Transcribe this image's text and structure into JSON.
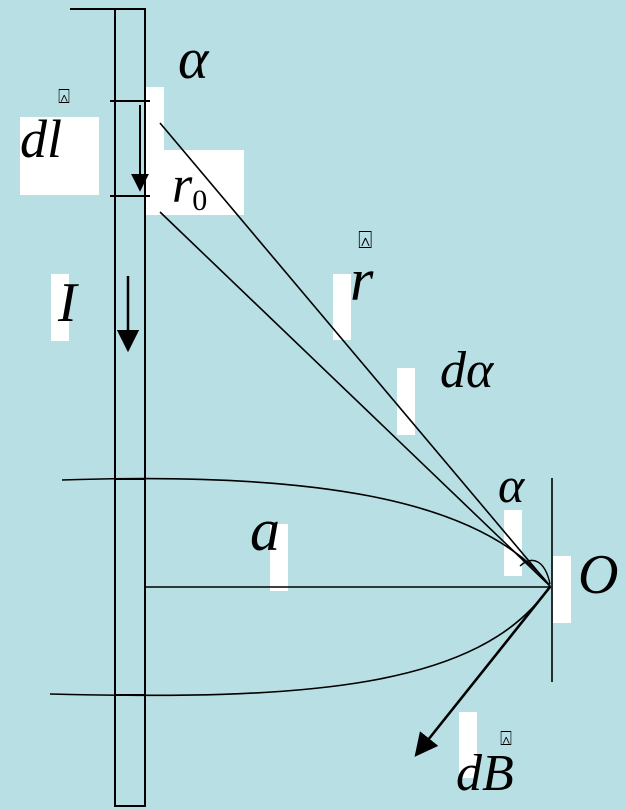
{
  "labels": {
    "alpha_top": "α",
    "dl": "dl",
    "dl_vec_mark": "⍓",
    "r0_letter": "r",
    "r0_sub": "0",
    "r_vec": "r",
    "r_vec_mark": "⍓",
    "current": "I",
    "dalpha": "dα",
    "alpha_o": "α",
    "a": "a",
    "O": "O",
    "dB": "dB",
    "dB_vec_mark": "⍓"
  },
  "colors": {
    "background": "#b8dfe4",
    "ink": "#000000",
    "label_box": "#ffffff"
  }
}
